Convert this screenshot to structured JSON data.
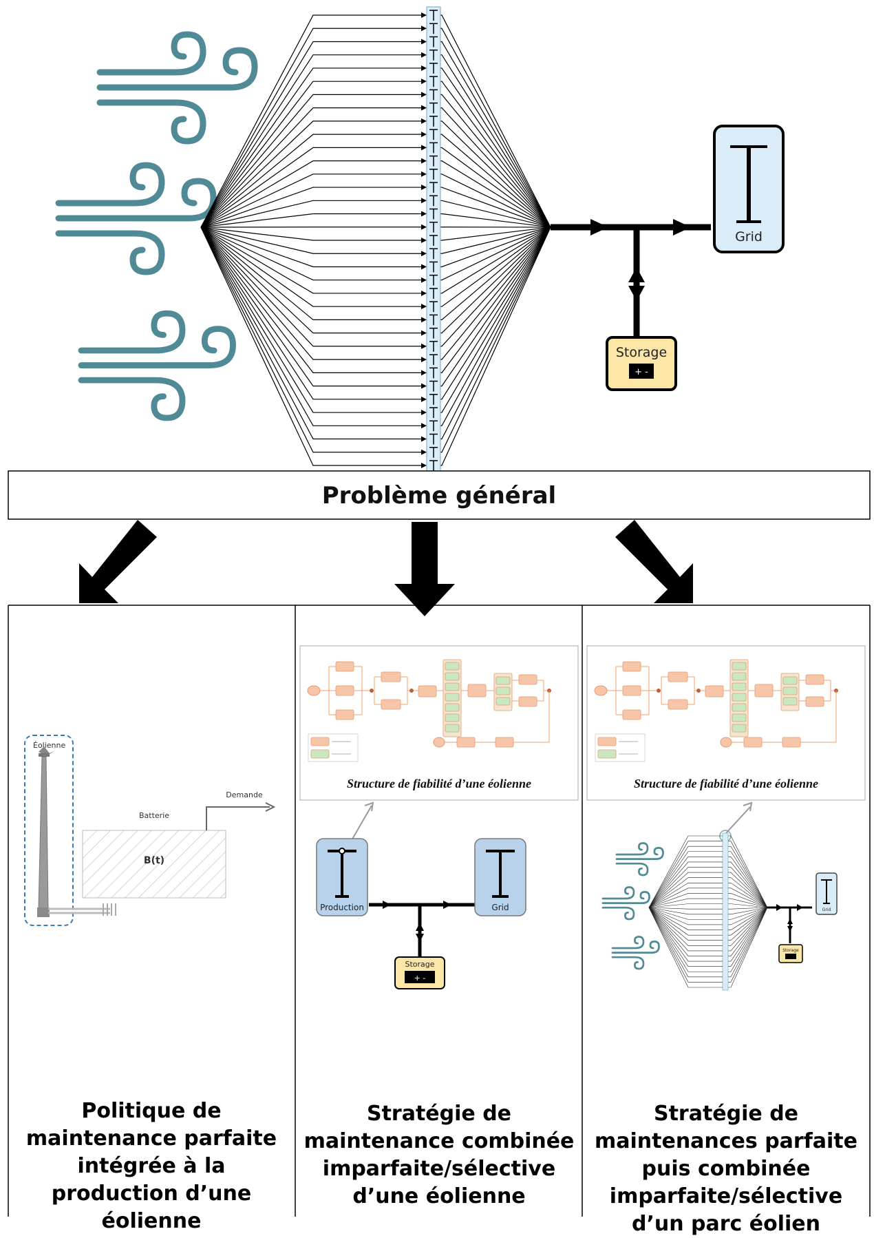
{
  "top": {
    "grid_label": "Grid",
    "storage_label": "Storage",
    "storage_sign": "+ -",
    "turbine_count": 35
  },
  "general_problem": "Problème général",
  "panels": [
    {
      "title": "Politique de maintenance parfaite intégrée à la production d’une éolienne",
      "turbine_label": "Éolienne",
      "battery_label": "Batterie",
      "demand_label": "Demande",
      "level_label": "B(t)"
    },
    {
      "title": "Stratégie de maintenance combinée imparfaite/sélective d’une éolienne",
      "caption": "Structure de fiabilité  d’une éolienne",
      "production_label": "Production",
      "grid_label": "Grid",
      "storage_label": "Storage",
      "storage_sign": "+ -"
    },
    {
      "title": "Stratégie de maintenances parfaite puis combinée imparfaite/sélective d’un parc éolien",
      "caption": "Structure de fiabilité  d’une éolienne",
      "grid_label": "Grid",
      "storage_label": "Storage"
    }
  ],
  "colors": {
    "wind": "#4f8a96",
    "grid_fill": "#d9ecf8",
    "storage_fill": "#fbe6a8",
    "production_fill": "#b8d2ec",
    "block_orange": "#f7c6a8",
    "block_green": "#c9e8c2"
  }
}
